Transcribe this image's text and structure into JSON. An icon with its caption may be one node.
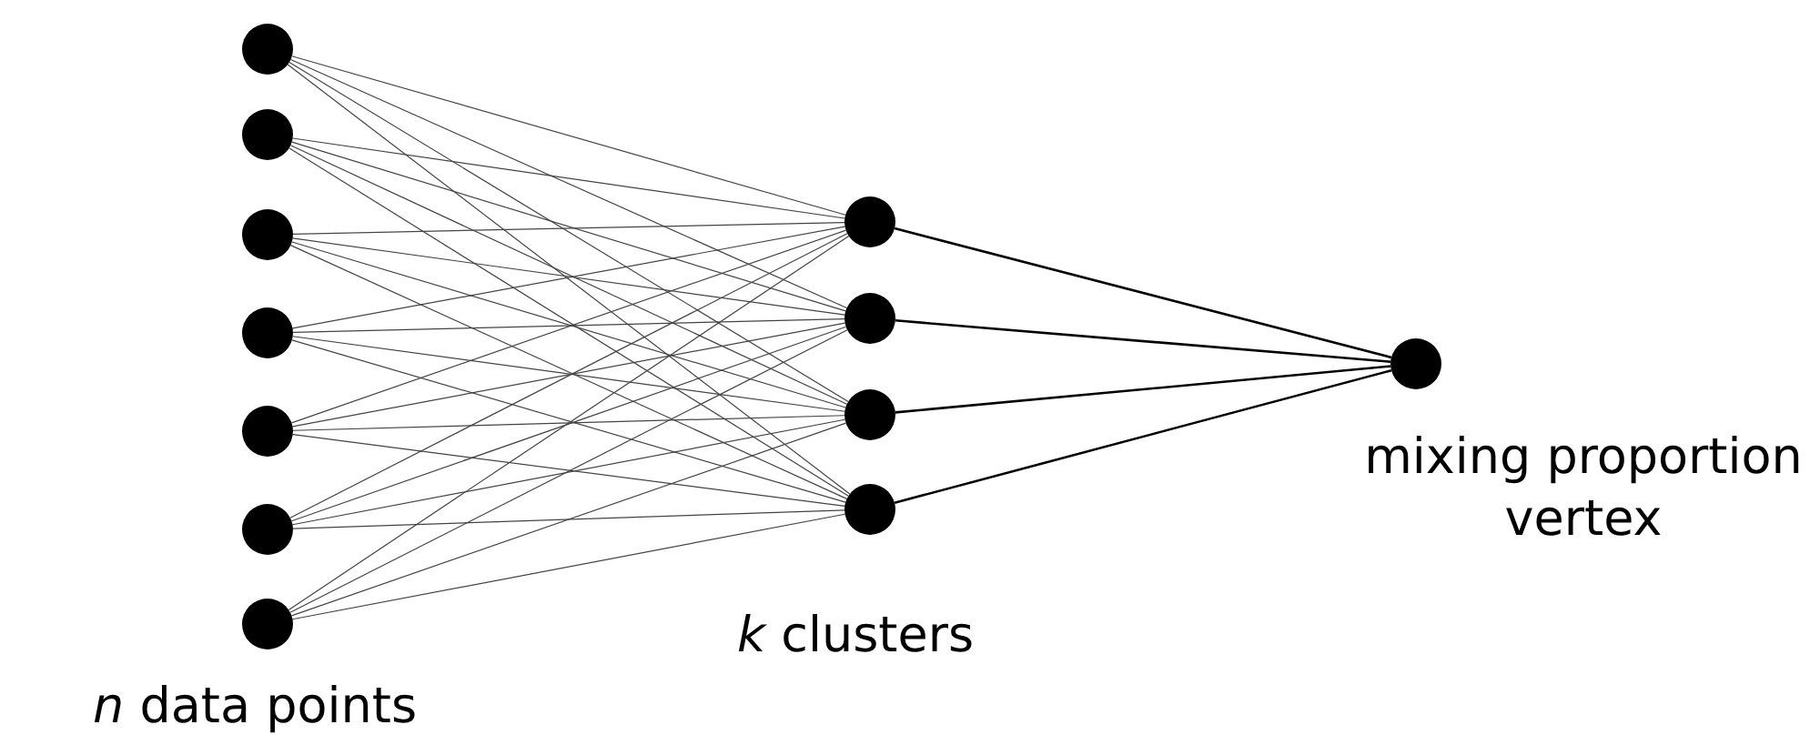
{
  "diagram": {
    "nodes": [
      {
        "text": [],
        "shape": "circle"
      },
      {
        "text": [],
        "shape": "circle"
      },
      {
        "text": [],
        "shape": "circle"
      },
      {
        "text": [],
        "shape": "circle"
      },
      {
        "text": [],
        "shape": "circle"
      },
      {
        "text": [],
        "shape": "circle"
      },
      {
        "text": [],
        "shape": "circle"
      },
      {
        "text": [],
        "shape": "circle"
      },
      {
        "text": [],
        "shape": "circle"
      },
      {
        "text": [],
        "shape": "circle"
      },
      {
        "text": [],
        "shape": "circle"
      },
      {
        "text": [],
        "shape": "circle",
        "beside": [
          "mixing proportion vertex"
        ]
      }
    ],
    "edges": [
      {
        "from": 0,
        "to": 7,
        "arrow": "none"
      },
      {
        "from": 0,
        "to": 8,
        "arrow": "none"
      },
      {
        "from": 0,
        "to": 9,
        "arrow": "none"
      },
      {
        "from": 0,
        "to": 10,
        "arrow": "none"
      },
      {
        "from": 1,
        "to": 7,
        "arrow": "none"
      },
      {
        "from": 1,
        "to": 8,
        "arrow": "none"
      },
      {
        "from": 1,
        "to": 9,
        "arrow": "none"
      },
      {
        "from": 1,
        "to": 10,
        "arrow": "none"
      },
      {
        "from": 2,
        "to": 7,
        "arrow": "none"
      },
      {
        "from": 2,
        "to": 8,
        "arrow": "none"
      },
      {
        "from": 2,
        "to": 9,
        "arrow": "none"
      },
      {
        "from": 2,
        "to": 10,
        "arrow": "none"
      },
      {
        "from": 3,
        "to": 7,
        "arrow": "none"
      },
      {
        "from": 3,
        "to": 8,
        "arrow": "none"
      },
      {
        "from": 3,
        "to": 9,
        "arrow": "none"
      },
      {
        "from": 3,
        "to": 10,
        "arrow": "none"
      },
      {
        "from": 4,
        "to": 7,
        "arrow": "none"
      },
      {
        "from": 4,
        "to": 8,
        "arrow": "none"
      },
      {
        "from": 4,
        "to": 9,
        "arrow": "none"
      },
      {
        "from": 4,
        "to": 10,
        "arrow": "none"
      },
      {
        "from": 5,
        "to": 7,
        "arrow": "none"
      },
      {
        "from": 5,
        "to": 8,
        "arrow": "none"
      },
      {
        "from": 5,
        "to": 9,
        "arrow": "none"
      },
      {
        "from": 5,
        "to": 10,
        "arrow": "none"
      },
      {
        "from": 6,
        "to": 7,
        "arrow": "none"
      },
      {
        "from": 6,
        "to": 8,
        "arrow": "none"
      },
      {
        "from": 6,
        "to": 9,
        "arrow": "none"
      },
      {
        "from": 6,
        "to": 10,
        "arrow": "none"
      },
      {
        "from": 7,
        "to": 11,
        "arrow": "none",
        "color": "#000000"
      },
      {
        "from": 8,
        "to": 11,
        "arrow": "none",
        "color": "#000000"
      },
      {
        "from": 9,
        "to": 11,
        "arrow": "none",
        "color": "#000000"
      },
      {
        "from": 10,
        "to": 11,
        "arrow": "none",
        "color": "#000000"
      }
    ],
    "labels": [
      "*n* data points",
      "*k* clusters"
    ]
  }
}
